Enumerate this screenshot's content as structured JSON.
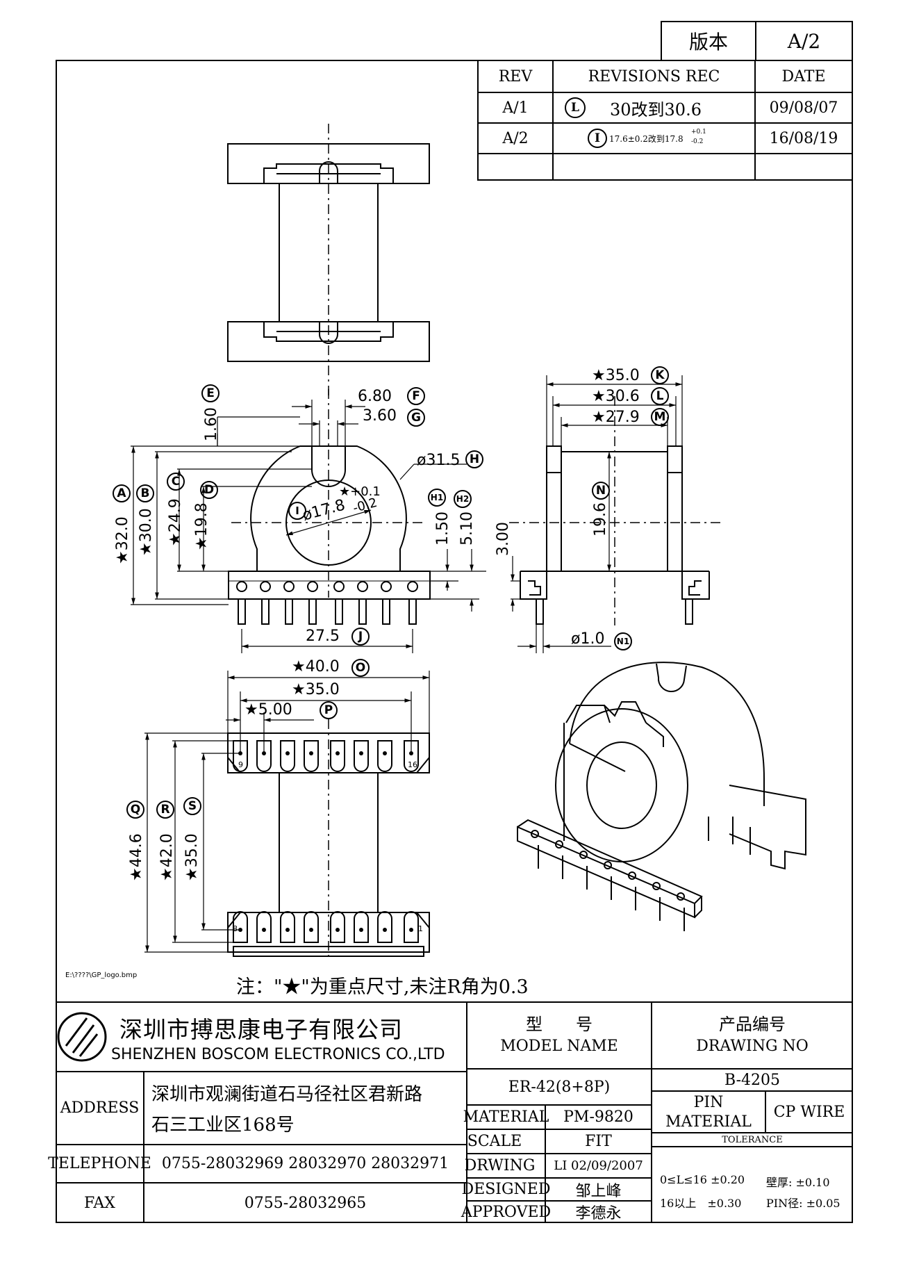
{
  "version_block": {
    "label": "版本",
    "value": "A/2"
  },
  "revisions": {
    "headers": {
      "rev": "REV",
      "rec": "REVISIONS REC",
      "date": "DATE"
    },
    "rows": [
      {
        "rev": "A/1",
        "marker": "L",
        "rec": "30改到30.6",
        "date": "09/08/07"
      },
      {
        "rev": "A/2",
        "marker": "I",
        "rec": "17.6±0.2改到17.8",
        "tol_up": "+0.1",
        "tol_dn": "-0.2",
        "date": "16/08/19"
      },
      {
        "rev": "",
        "marker": "",
        "rec": "",
        "date": ""
      }
    ]
  },
  "dimensions": {
    "E": "1.60",
    "F": "6.80",
    "G": "3.60",
    "H": "ø31.5",
    "A": "★32.0",
    "B": "★30.0",
    "C": "★24.9",
    "D": "★19.8",
    "I": "ø17.8",
    "I_tol_up": "★+0.1",
    "I_tol_dn": "-0.2",
    "H1": "1.50",
    "H2": "5.10",
    "J": "27.5",
    "K": "★35.0",
    "L": "★30.6",
    "M": "★27.9",
    "N": "19.6",
    "side_h": "3.00",
    "N1": "ø1.0",
    "O": "★40.0",
    "O2": "★35.0",
    "P": "★5.00",
    "Q": "★44.6",
    "R": "★42.0",
    "S": "★35.0"
  },
  "markers": [
    "A",
    "B",
    "C",
    "D",
    "E",
    "F",
    "G",
    "H",
    "I",
    "H1",
    "H2",
    "J",
    "K",
    "L",
    "M",
    "N",
    "N1",
    "O",
    "P",
    "Q",
    "R",
    "S"
  ],
  "pin_numbers": {
    "top_left": "9",
    "top_right": "16",
    "bottom_left": "8",
    "bottom_right": "1"
  },
  "logo_path": "E:\\????\\GP_logo.bmp",
  "note": "注：\"★\"为重点尺寸,未注R角为0.3",
  "company": {
    "name_cn": "深圳市搏思康电子有限公司",
    "name_en": "SHENZHEN BOSCOM ELECTRONICS CO.,LTD",
    "address_label": "ADDRESS",
    "address_line1": "深圳市观澜街道石马径社区君新路",
    "address_line2": "石三工业区168号",
    "telephone_label": "TELEPHONE",
    "telephone": "0755-28032969 28032970 28032971",
    "fax_label": "FAX",
    "fax": "0755-28032965"
  },
  "title_block": {
    "model_cn": "型　　号",
    "model_en": "MODEL NAME",
    "model_value": "ER-42(8+8P)",
    "drawing_cn": "产品编号",
    "drawing_en": "DRAWING NO",
    "drawing_value": "B-4205",
    "material_label": "MATERIAL",
    "material_value": "PM-9820",
    "scale_label": "SCALE",
    "scale_value": "FIT",
    "drwing_label": "DRWING",
    "drwing_value": "LI 02/09/2007",
    "designed_label": "DESIGNED",
    "designed_value": "邹上峰",
    "approved_label": "APPROVED",
    "approved_value": "李德永",
    "pin_material_label1": "PIN",
    "pin_material_label2": "MATERIAL",
    "pin_material_value": "CP WIRE",
    "tolerance_label": "TOLERANCE",
    "tol_row1a": "0≤L≤16 ±0.20",
    "tol_row1b": "壁厚: ±0.10",
    "tol_row2a": "16以上　±0.30",
    "tol_row2b": "PIN径: ±0.05"
  }
}
